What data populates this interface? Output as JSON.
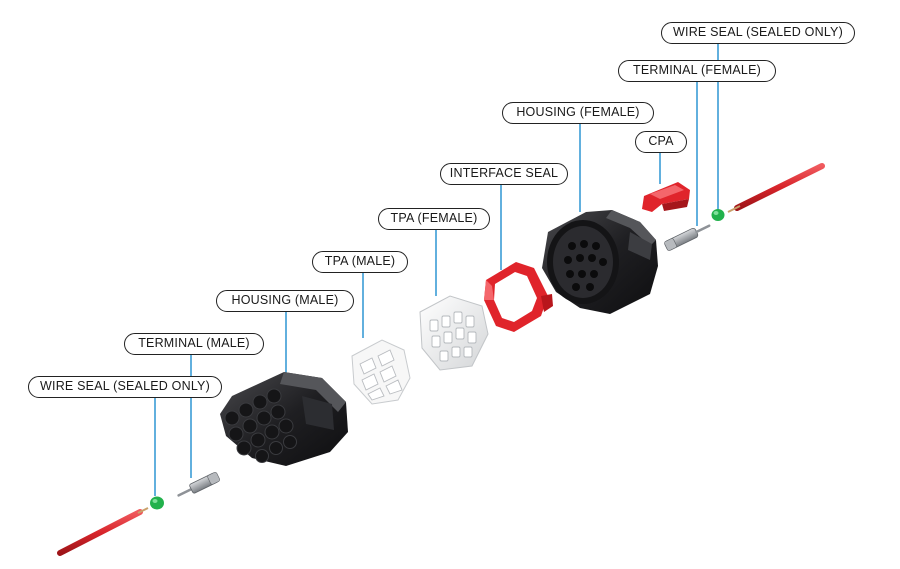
{
  "labels": {
    "wire_seal_female": "WIRE SEAL (SEALED ONLY)",
    "terminal_female": "TERMINAL (FEMALE)",
    "housing_female": "HOUSING (FEMALE)",
    "cpa": "CPA",
    "interface_seal": "INTERFACE SEAL",
    "tpa_female": "TPA (FEMALE)",
    "tpa_male": "TPA (MALE)",
    "housing_male": "HOUSING (MALE)",
    "terminal_male": "TERMINAL (MALE)",
    "wire_seal_male": "WIRE SEAL (SEALED ONLY)"
  },
  "colors": {
    "leader_line": "#1f8fd0",
    "housing": "#1c1c1e",
    "seal_red": "#e0242b",
    "wire_red": "#d8252b",
    "wire_seal_green": "#22b14c",
    "tpa_white": "#f2f2f2",
    "terminal_metal": "#9a9ea3"
  }
}
